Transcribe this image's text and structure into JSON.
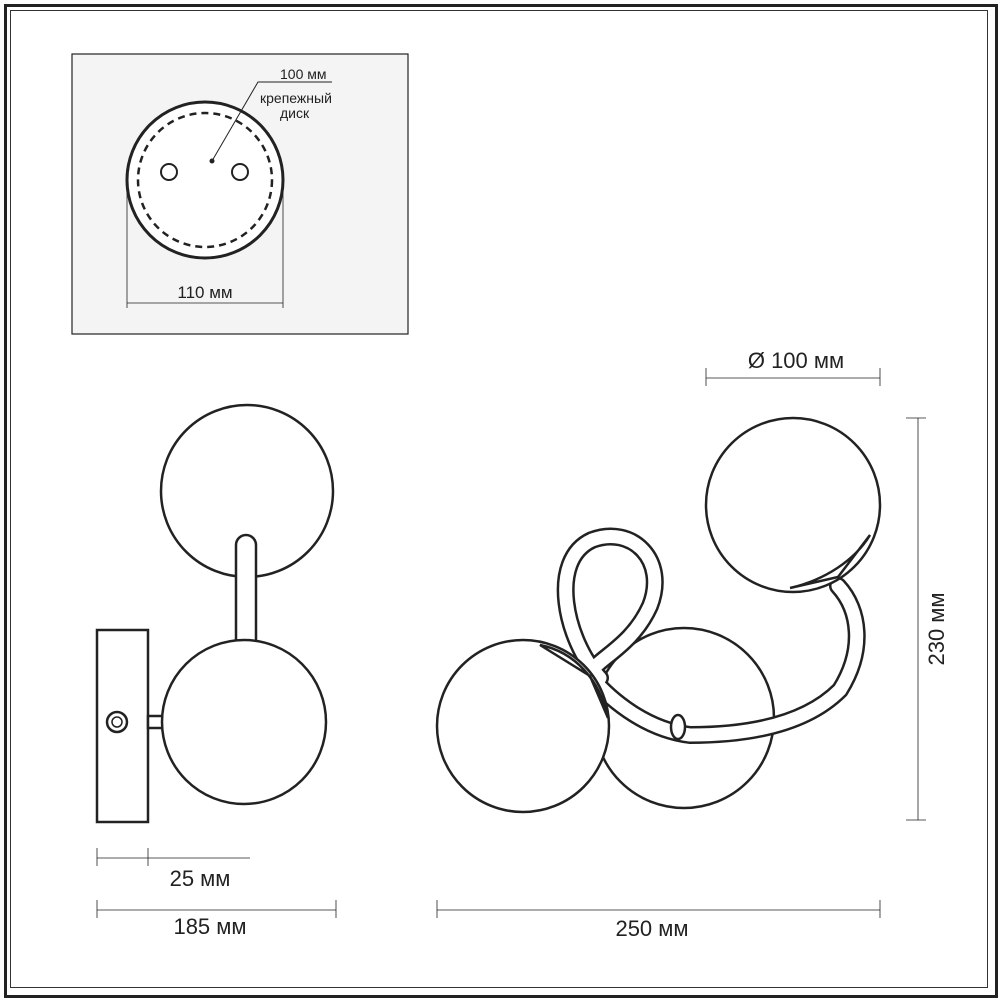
{
  "inset": {
    "disc_diameter_label": "100 мм",
    "disc_name_line1": "крепежный",
    "disc_name_line2": "диск",
    "base_width_label": "110 мм"
  },
  "side_view": {
    "depth_label": "25 мм",
    "width_label": "185 мм"
  },
  "front_view": {
    "shade_diameter_label": "Ø 100 мм",
    "height_label": "230 мм",
    "width_label": "250 мм"
  },
  "colors": {
    "line": "#222222",
    "background": "#ffffff"
  }
}
